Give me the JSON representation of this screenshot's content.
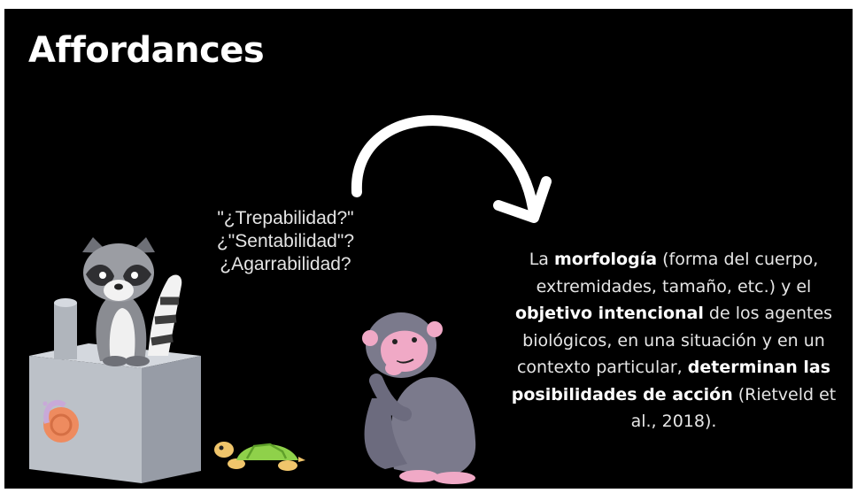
{
  "slide": {
    "title": "Affordances",
    "questions": [
      "\"¿Trepabilidad?\"",
      "¿\"Sentabilidad\"?",
      "¿Agarrabilidad?"
    ],
    "paragraph": {
      "line1_a": "La ",
      "line1_b": "morfología",
      "line1_c": " (forma del cuerpo,",
      "line2": "extremidades, tamaño, etc.) y el",
      "line3_a": "objetivo intencional",
      "line3_b": " de los agentes",
      "line4": "biológicos, en una situación y en un",
      "line5_a": "contexto particular, ",
      "line5_b": "determinan las",
      "line6_a": "posibilidades de acción",
      "line6_b": " (Rietveld et",
      "line7": "al., 2018)."
    },
    "illustrations": {
      "raccoon": "raccoon-illustration",
      "box": "gray-box-illustration",
      "chimney": "cylinder-illustration",
      "snail": "snail-illustration",
      "turtle": "turtle-illustration",
      "chimpanzee": "chimpanzee-illustration",
      "arrow": "curved-arrow-icon"
    },
    "colors": {
      "background": "#000000",
      "text": "#ffffff",
      "box": "#b7bcc4",
      "chimp": "#7b7a8c",
      "chimp_face": "#f0a9c6",
      "turtle_shell": "#8fd14a"
    }
  }
}
